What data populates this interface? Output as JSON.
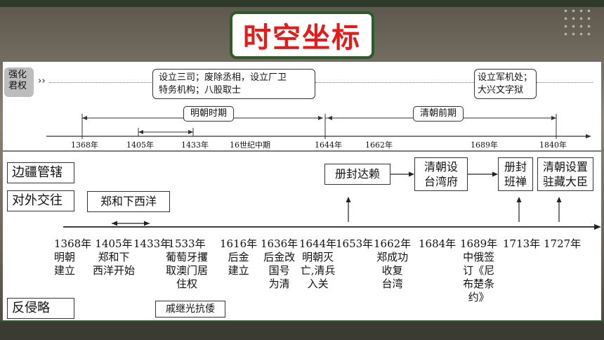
{
  "title": "时空坐标",
  "top_panel": {
    "left_tag": [
      "强化",
      "君权"
    ],
    "box_ming": [
      "设立三司；废除丞相，设立厂卫",
      "特务机构；八股取士"
    ],
    "box_qing": [
      "设立军机处；",
      "大兴文字狱"
    ],
    "period_ming": "明朝时期",
    "period_qing": "清朝前期",
    "ticks": [
      "1368年",
      "1405年",
      "1433年",
      "16世纪中期",
      "1644年",
      "1662年",
      "1689年",
      "1840年"
    ]
  },
  "bottom_panel": {
    "categories": {
      "border": "边疆管辖",
      "foreign": "对外交往",
      "invasion": "反侵略"
    },
    "boxes": {
      "dalai": "册封达赖",
      "taiwan": [
        "清朝设",
        "台湾府"
      ],
      "banchan": [
        "册封",
        "班禅"
      ],
      "zangchen": [
        "清朝设置",
        "驻藏大臣"
      ],
      "zhenghe": "郑和下西洋",
      "qijiguang": "戚继光抗倭"
    },
    "timeline": [
      {
        "year": "1368年",
        "text": [
          "明朝",
          "建立"
        ]
      },
      {
        "year": "1405年",
        "text": [
          "郑和下",
          "西洋开始"
        ]
      },
      {
        "year": "1433年",
        "text": []
      },
      {
        "year": "1533年",
        "text": [
          "葡萄牙攫",
          "取澳门居",
          "住权"
        ]
      },
      {
        "year": "1616年",
        "text": [
          "后金",
          "建立"
        ]
      },
      {
        "year": "1636年",
        "text": [
          "后金改",
          "国号",
          "为清"
        ]
      },
      {
        "year": "1644年",
        "text": [
          "明朝灭",
          "亡,清兵",
          "入关"
        ]
      },
      {
        "year": "1653年",
        "text": []
      },
      {
        "year": "1662年",
        "text": [
          "郑成功",
          "收复",
          "台湾"
        ]
      },
      {
        "year": "1684年",
        "text": []
      },
      {
        "year": "1689年",
        "text": [
          "中俄签",
          "订《尼",
          "布楚条",
          "约》"
        ]
      },
      {
        "year": "1713年",
        "text": []
      },
      {
        "year": "1727年",
        "text": []
      }
    ]
  }
}
